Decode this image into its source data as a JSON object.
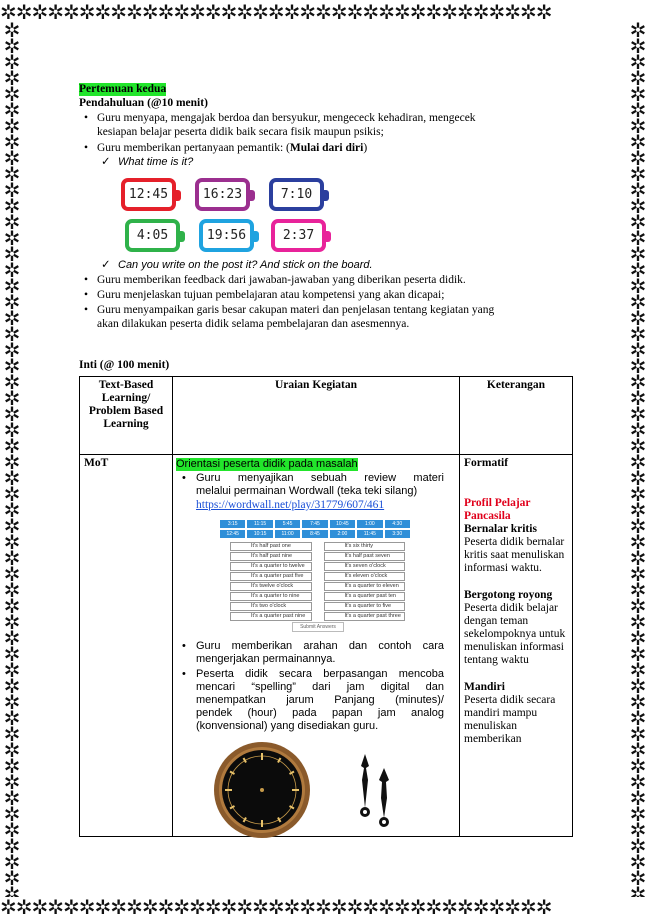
{
  "section_title": "Pertemuan kedua",
  "pendahuluan": {
    "heading": "Pendahuluan (@10 menit)",
    "b1_l1": "Guru menyapa, mengajak berdoa dan bersyukur, mengececk kehadiran, mengecek",
    "b1_l2": "kesiapan belajar peserta didik baik secara fisik maupun psikis;",
    "b2_pre": "Guru memberikan pertanyaan pemantik: (",
    "b2_bold": "Mulai dari diri",
    "b2_post": ")",
    "check1": "What time is it?",
    "check2": "Can you write on the post it? And stick on the board.",
    "b3": "Guru memberikan feedback dari jawaban-jawaban yang diberikan peserta didik.",
    "b4": "Guru menjelaskan tujuan pembelajaran atau kompetensi yang akan dicapai;",
    "b5_l1": "Guru menyampaikan garis besar cakupan materi dan penjelasan tentang kegiatan yang",
    "b5_l2": "akan dilakukan peserta didik selama pembelajaran dan asesmennya."
  },
  "clocks": [
    {
      "time": "12:45",
      "color": "#e5202a"
    },
    {
      "time": "16:23",
      "color": "#9b2f8f"
    },
    {
      "time": "7:10",
      "color": "#2b3f9e"
    },
    {
      "time": "4:05",
      "color": "#2fb24a"
    },
    {
      "time": "19:56",
      "color": "#1fa3e0"
    },
    {
      "time": "2:37",
      "color": "#e8239a"
    }
  ],
  "inti": {
    "heading": "Inti (@ 100 menit)",
    "col1_header": "Text-Based Learning/ Problem Based Learning",
    "col2_header": "Uraian Kegiatan",
    "col3_header": "Keterangan",
    "row_label": "MoT",
    "orientasi": "Orientasi peserta didik pada masalah",
    "k1_l1": "Guru menyajikan sebuah review materi",
    "k1_l2": "melalui permainan Wordwall (teka teki silang)",
    "link": "https://wordwall.net/play/31779/607/461",
    "k2_l1": "Guru memberikan arahan dan contoh cara",
    "k2_l2": "mengerjakan permainannya.",
    "k3_l1": "Peserta didik secara berpasangan mencoba",
    "k3_l2": "mencari “spelling” dari jam digital dan",
    "k3_l3": "menempatkan jarum Panjang (minutes)/",
    "k3_l4": "pendek (hour) pada papan jam analog",
    "k3_l5": "(konvensional) yang disediakan guru.",
    "ket_formatif": "Formatif",
    "ket_profil": "Profil Pelajar Pancasila",
    "ket_kritis_h": "Bernalar kritis",
    "ket_kritis": "Peserta didik bernalar kritis saat menuliskan informasi waktu.",
    "ket_gotong_h": "Bergotong royong",
    "ket_gotong": "Peserta didik belajar dengan teman sekelompoknya untuk menuliskan informasi tentang waktu",
    "ket_mandiri_h": "Mandiri",
    "ket_mandiri": "Peserta didik secara mandiri mampu menuliskan memberikan"
  },
  "wordwall": {
    "times_row1": [
      "3:15",
      "11:15",
      "5:45",
      "7:45",
      "10:45",
      "1:00",
      "4:30"
    ],
    "times_row2": [
      "12:45",
      "10:15",
      "11:00",
      "8:45",
      "2:00",
      "11:45",
      "3:30"
    ],
    "phrases": [
      "It's half past one",
      "It's six thirty",
      "It's half past nine",
      "It's half past seven",
      "It's a quarter to twelve",
      "It's seven o'clock",
      "It's a quarter past five",
      "It's eleven o'clock",
      "It's twelve o'clock",
      "It's a quarter to eleven",
      "It's a quarter to nine",
      "It's a quarter past ten",
      "It's two o'clock",
      "It's a quarter to five",
      "It's a quarter past nine",
      "It's a quarter past three"
    ],
    "submit": "Submit Answers"
  },
  "colors": {
    "highlight": "#22e52b",
    "profil": "#e0001b",
    "link": "#1a4fd6"
  }
}
